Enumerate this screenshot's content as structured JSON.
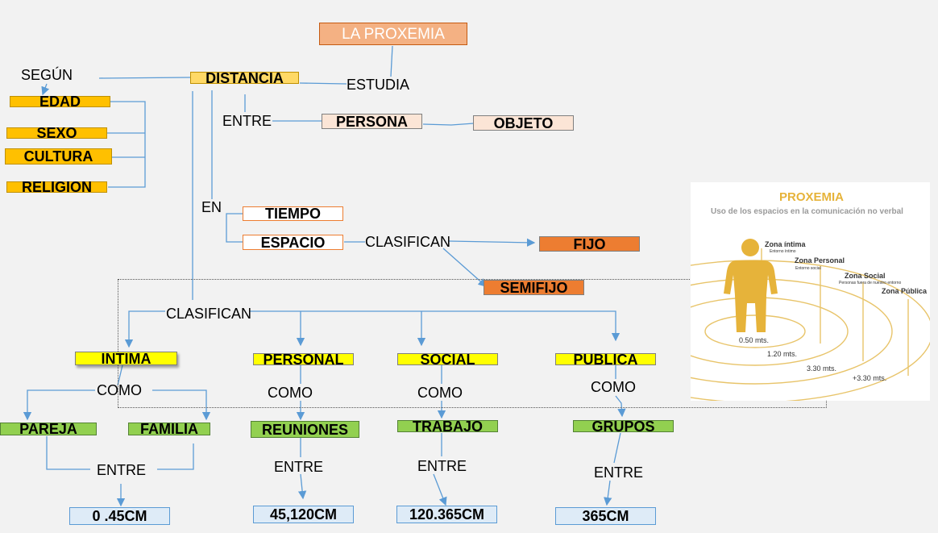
{
  "title": "LA PROXEMIA",
  "nodes": {
    "estudia": "ESTUDIA",
    "distancia": "DISTANCIA",
    "segun": "SEGÚN",
    "edad": "EDAD",
    "sexo": "SEXO",
    "cultura": "CULTURA",
    "religion": "RELIGION",
    "entre_top": "ENTRE",
    "persona": "PERSONA",
    "objeto": "OBJETO",
    "en": "EN",
    "tiempo": "TIEMPO",
    "espacio": "ESPACIO",
    "clasifican_top": "CLASIFICAN",
    "fijo": "FIJO",
    "semifijo": "SEMIFIJO",
    "clasifican_main": "CLASIFICAN"
  },
  "zones": [
    {
      "name": "INTIMA",
      "como": "COMO"
    },
    {
      "name": "PERSONAL",
      "como": "COMO",
      "example": "REUNIONES",
      "entre": "ENTRE",
      "distance": "45,120CM"
    },
    {
      "name": "SOCIAL",
      "como": "COMO",
      "example": "TRABAJO",
      "entre": "ENTRE",
      "distance": "120.365CM"
    },
    {
      "name": "PUBLICA",
      "como": "COMO",
      "example": "GRUPOS",
      "entre": "ENTRE",
      "distance": "365CM"
    }
  ],
  "intima_examples": {
    "pareja": "PAREJA",
    "familia": "FAMILIA",
    "entre": "ENTRE",
    "distance": "0 .45CM"
  },
  "infographic": {
    "title": "PROXEMIA",
    "subtitle": "Uso de los espacios en la comunicación no verbal",
    "zones": [
      {
        "label": "Zona íntima",
        "sub": "Entorno íntimo",
        "distance": "0.50 mts."
      },
      {
        "label": "Zona Personal",
        "sub": "Entorno social",
        "distance": "1.20 mts."
      },
      {
        "label": "Zona Social",
        "sub": "Personas fuera de nuestro entorno",
        "distance": "3.30 mts."
      },
      {
        "label": "Zona Pública",
        "sub": "",
        "distance": "+3.30 mts."
      }
    ],
    "colors": {
      "accent": "#e6b33a",
      "ring": "#e8c46a"
    }
  },
  "colors": {
    "connector": "#5b9bd5"
  }
}
